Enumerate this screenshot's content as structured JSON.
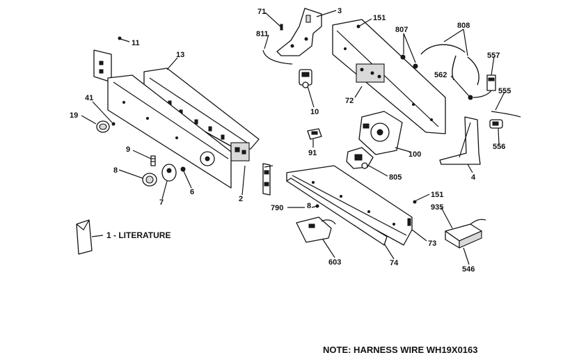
{
  "callouts": {
    "c71": "71",
    "c3": "3",
    "c151a": "151",
    "c807": "807",
    "c808": "808",
    "c11": "11",
    "c13": "13",
    "c811": "811",
    "c557": "557",
    "c562": "562",
    "c555": "555",
    "c556": "556",
    "c41": "41",
    "c19": "19",
    "c10": "10",
    "c72": "72",
    "c91": "91",
    "c100": "100",
    "c4": "4",
    "c9": "9",
    "c8": "8",
    "c6": "6",
    "c7": "7",
    "c2": "2",
    "c805": "805",
    "c151b": "151",
    "c935": "935",
    "c790": "790",
    "c8b": "8",
    "c73": "73",
    "c603": "603",
    "c74": "74",
    "c546": "546"
  },
  "literature_label": "1 - LITERATURE",
  "note": "NOTE: HARNESS WIRE WH19X0163"
}
